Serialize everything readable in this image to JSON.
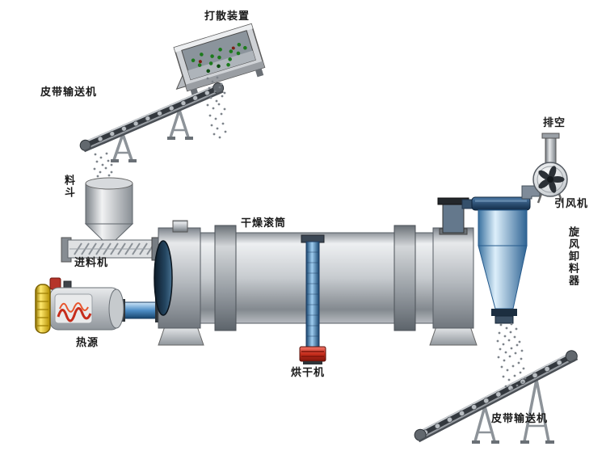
{
  "diagram": {
    "type": "process-flow",
    "labels": {
      "scatter_device": "打散装置",
      "belt_conveyor_top": "皮带输送机",
      "hopper": "料斗",
      "feeder": "进料机",
      "heat_source": "热源",
      "drying_drum": "干燥滚筒",
      "dryer": "烘干机",
      "vent": "排空",
      "induced_draft_fan": "引风机",
      "cyclone_discharger": "旋风卸料器",
      "belt_conveyor_bottom": "皮带输送机"
    }
  },
  "colors": {
    "label_text": "#1a1a1a",
    "metal_light": "#eef0f2",
    "metal_dark": "#70767d",
    "pipe_blue": "#4e8ec6",
    "cyclone_blue": "#2f6da8",
    "furnace_yellow": "#ffe96e",
    "flame_red": "#c62d1c",
    "granule_green": "#1c7a1c",
    "particle_gray": "#7d838a",
    "belt_dark": "#33383e"
  }
}
